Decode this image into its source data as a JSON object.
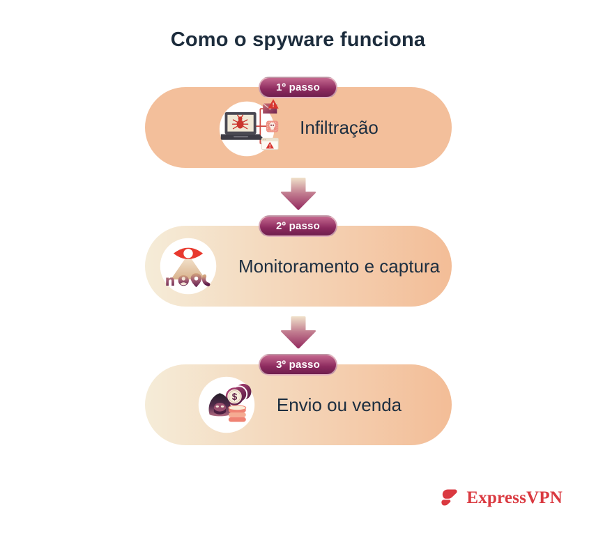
{
  "page": {
    "title": "Como o spyware funciona"
  },
  "steps": [
    {
      "badge": "1º passo",
      "label": "Infiltração",
      "icon": "spyware-infiltration-icon"
    },
    {
      "badge": "2º passo",
      "label": "Monitoramento e captura",
      "icon": "monitoring-capture-icon"
    },
    {
      "badge": "3º passo",
      "label": "Envio ou venda",
      "icon": "send-or-sell-data-icon"
    }
  ],
  "connector": {
    "icon": "down-arrow-icon"
  },
  "footer": {
    "brand": "ExpressVPN",
    "logo_icon": "expressvpn-logo-icon"
  },
  "colors": {
    "title_text": "#1c2c3c",
    "card_peach": "#f3bf9b",
    "card_cream": "#f5ecd8",
    "badge_gradient_top": "#c4688e",
    "badge_gradient_bottom": "#6f1f4e",
    "arrow_gradient_top": "#f0e2ca",
    "arrow_gradient_bottom": "#93295f",
    "alert_red": "#d8352f",
    "brand_red": "#da3940"
  }
}
